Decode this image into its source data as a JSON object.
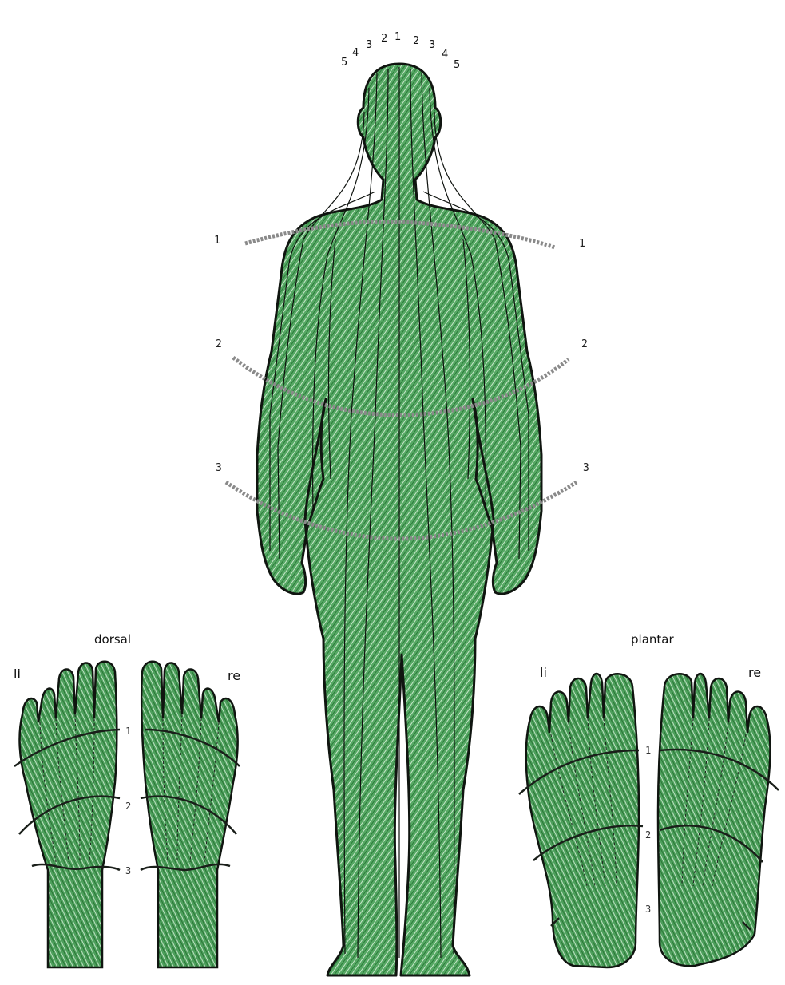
{
  "body_figure": {
    "meridian_numbers_left": [
      "5",
      "4",
      "3",
      "2",
      "1"
    ],
    "meridian_numbers_right": [
      "2",
      "3",
      "4",
      "5"
    ],
    "zone_labels_left": [
      "1",
      "2",
      "3"
    ],
    "zone_labels_right": [
      "1",
      "2",
      "3"
    ]
  },
  "dorsal_feet": {
    "caption": "dorsal",
    "left_label": "li",
    "right_label": "re",
    "zone_labels": [
      "1",
      "2",
      "3"
    ]
  },
  "plantar_feet": {
    "caption": "plantar",
    "left_label": "li",
    "right_label": "re",
    "zone_labels": [
      "1",
      "2",
      "3"
    ]
  },
  "colors": {
    "fill": "#3f9a4f",
    "fill_light": "#a9d4ae",
    "outline": "#101510",
    "band": "#8a8a8a"
  }
}
